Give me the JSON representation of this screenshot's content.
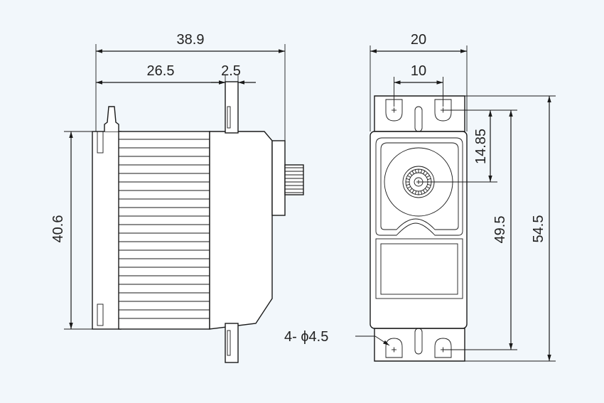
{
  "side_view": {
    "overall_length": "38.9",
    "body_length": "26.5",
    "flange_thickness": "2.5",
    "height": "40.6"
  },
  "front_view": {
    "hole_spacing_outer": "20",
    "hole_spacing_inner": "10",
    "shaft_offset": "14.85",
    "hole_pitch": "49.5",
    "overall_height": "54.5",
    "hole_callout": "4- ϕ4.5"
  },
  "colors": {
    "background": "#f2f7fb",
    "line": "#1a1a1a"
  }
}
